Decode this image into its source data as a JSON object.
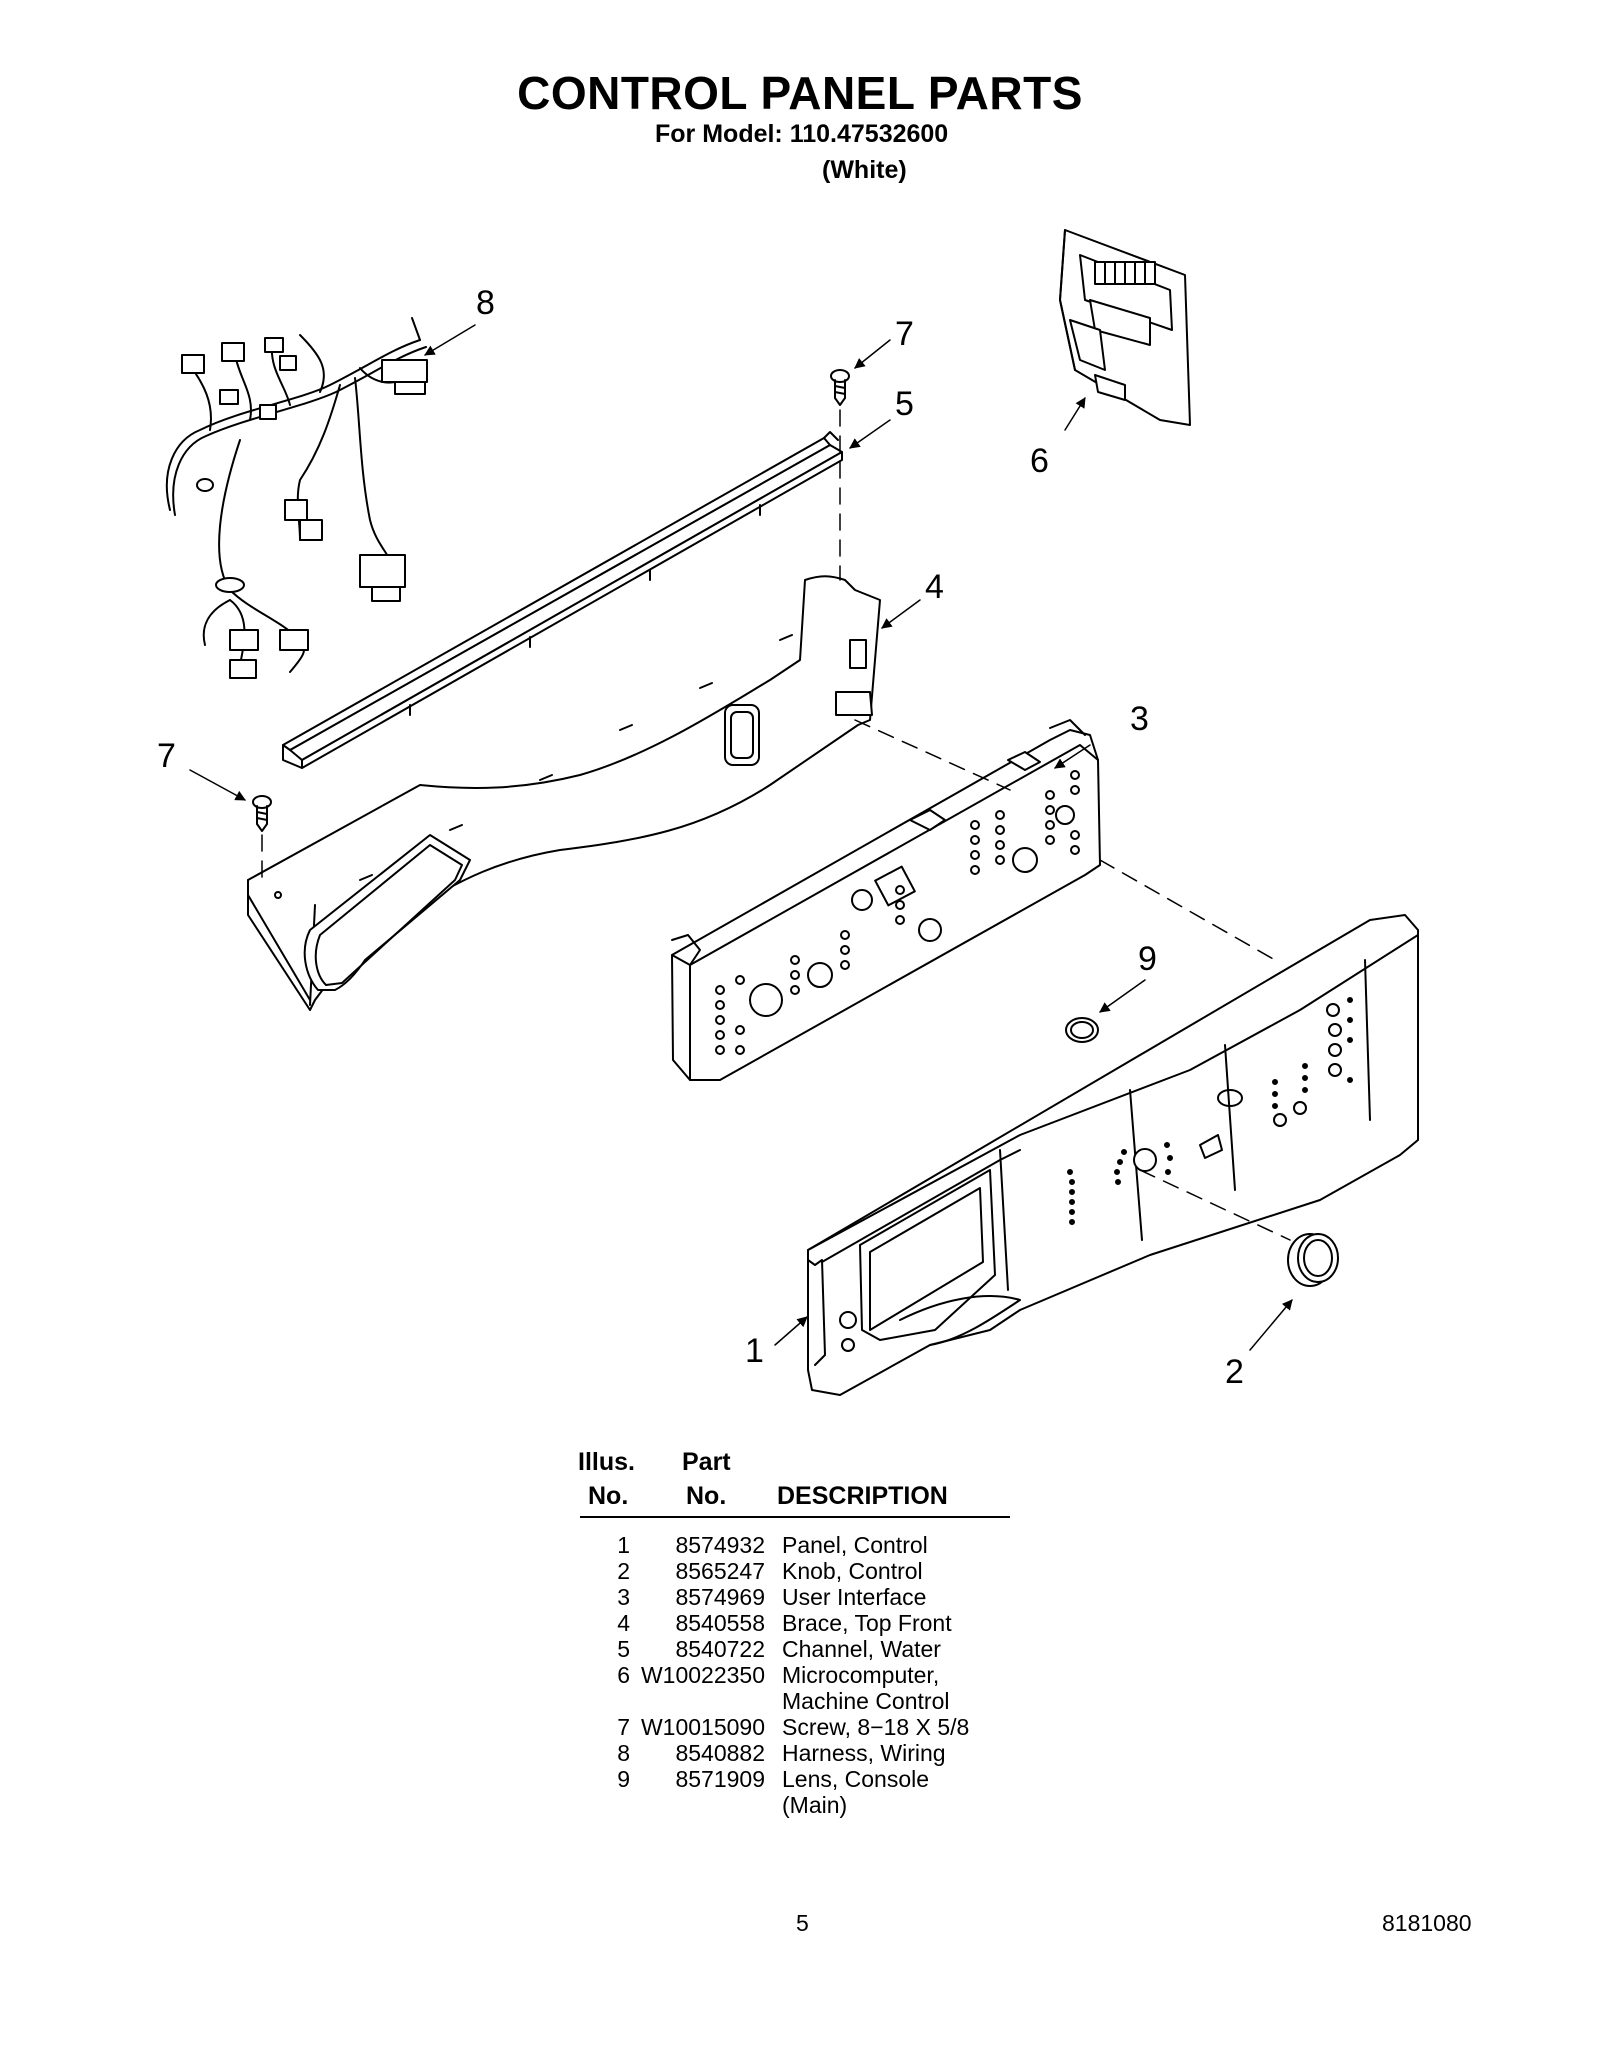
{
  "header": {
    "title": "CONTROL PANEL PARTS",
    "model_line": "For Model: 110.47532600",
    "color_line": "(White)"
  },
  "callouts": [
    "1",
    "2",
    "3",
    "4",
    "5",
    "6",
    "7",
    "7",
    "8",
    "9"
  ],
  "table": {
    "header": {
      "illus_top": "Illus.",
      "illus_bottom": "No.",
      "part_top": "Part",
      "part_bottom": "No.",
      "description": "DESCRIPTION"
    },
    "rows": [
      {
        "illus": "1",
        "part": "8574932",
        "desc": "Panel, Control"
      },
      {
        "illus": "2",
        "part": "8565247",
        "desc": "Knob, Control"
      },
      {
        "illus": "3",
        "part": "8574969",
        "desc": "User Interface"
      },
      {
        "illus": "4",
        "part": "8540558",
        "desc": "Brace, Top Front"
      },
      {
        "illus": "5",
        "part": "8540722",
        "desc": "Channel, Water"
      },
      {
        "illus": "6",
        "part": "W10022350",
        "desc": "Microcomputer,"
      },
      {
        "illus": "",
        "part": "",
        "desc": "Machine Control"
      },
      {
        "illus": "7",
        "part": "W10015090",
        "desc": "Screw, 8−18 X 5/8"
      },
      {
        "illus": "8",
        "part": "8540882",
        "desc": "Harness, Wiring"
      },
      {
        "illus": "9",
        "part": "8571909",
        "desc": "Lens, Console"
      },
      {
        "illus": "",
        "part": "",
        "desc": "(Main)"
      }
    ]
  },
  "footer": {
    "page_number": "5",
    "doc_number": "8181080"
  }
}
